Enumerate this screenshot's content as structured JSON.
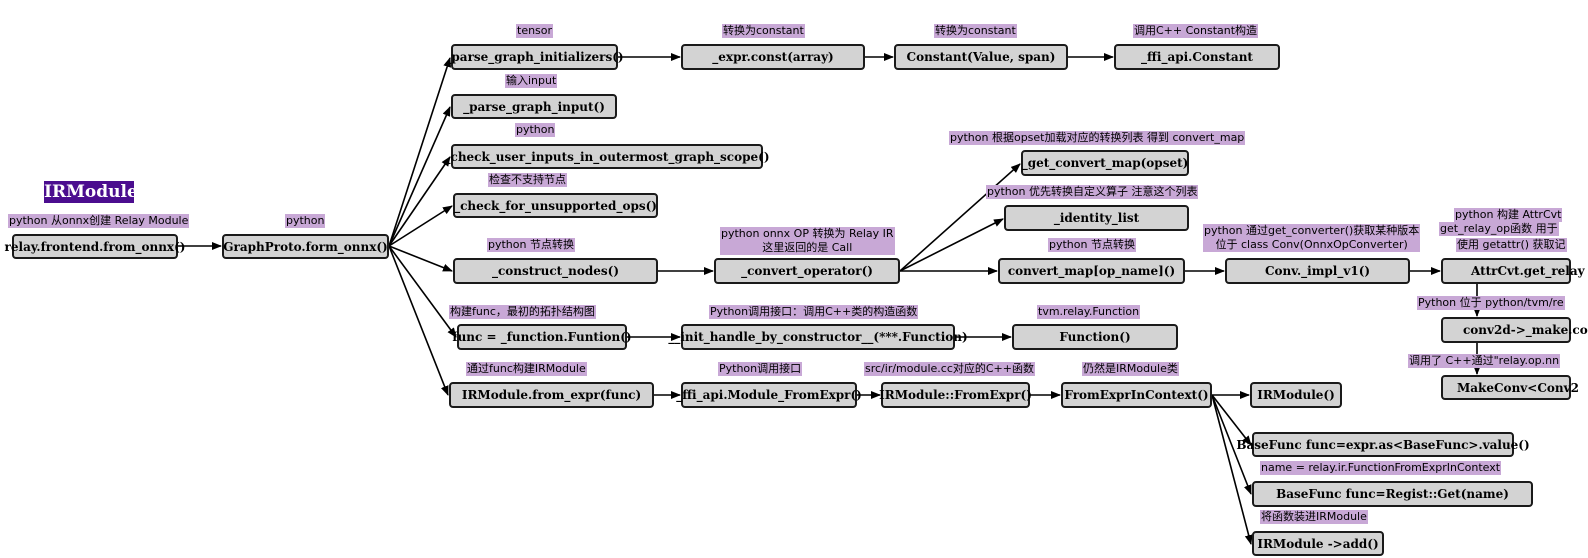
{
  "title": "IRModule",
  "nodes": {
    "n1": "relay.frontend.from_onnx()",
    "n2": "GraphProto.form_onnx()",
    "n3": "_parse_graph_initializers()",
    "n4": "_expr.const(array)",
    "n5": "Constant(Value, span)",
    "n6": "_ffi_api.Constant",
    "n7": "_parse_graph_input()",
    "n8": "_check_user_inputs_in_outermost_graph_scope()",
    "n9": "_check_for_unsupported_ops()",
    "n10": "_construct_nodes()",
    "n11": "_convert_operator()",
    "n12": "_get_convert_map(opset)",
    "n13": "_identity_list",
    "n14": "convert_map[op_name]()",
    "n15": "Conv._impl_v1()",
    "n16": "AttrCvt.get_relay",
    "n17": "conv2d->_make.co",
    "n18": "MakeConv<Conv2",
    "n19": "func = _function.Funtion()",
    "n20": "__init_handle_by_constructor__(***.Function)",
    "n21": "Function()",
    "n22": "IRModule.from_expr(func)",
    "n23": "_ffi_api.Module_FromExpr()",
    "n24": "IRModule::FromExpr()",
    "n25": "FromExprInContext()",
    "n26": "IRModule()",
    "n27": "BaseFunc func=expr.as<BaseFunc>.value()",
    "n28": "BaseFunc func=Regist::Get(name)",
    "n29": "IRModule ->add()"
  },
  "labels": {
    "l1": "python 从onnx创建 Relay Module",
    "l2": "python",
    "l3": "tensor",
    "l4": "转换为constant",
    "l5": "转换为constant",
    "l6": "调用C++ Constant构造",
    "l7": "输入input",
    "l8": "python",
    "l9": "检查不支持节点",
    "l10": "python  节点转换",
    "l11a": "python  onnx OP 转换为 Relay IR",
    "l11b": "这里返回的是 Call",
    "l12": "python 根据opset加载对应的转换列表  得到 convert_map",
    "l13": "python 优先转换自定义算子  注意这个列表",
    "l14": "python 节点转换",
    "l15a": "python 通过get_converter()获取某种版本",
    "l15b": "位于 class Conv(OnnxOpConverter)",
    "l16a": "python 构建 AttrCvt",
    "l16b": "get_relay_op函数  用于",
    "l16c": "使用 getattr() 获取记",
    "l17": "Python 位于 python/tvm/re",
    "l18": "调用了 C++通过\"relay.op.nn",
    "l19": "构建func，最初的拓扑结构图",
    "l20": "Python调用接口：调用C++类的构造函数",
    "l21": "tvm.relay.Function",
    "l22": "通过func构建IRModule",
    "l23": "Python调用接口",
    "l24": "src/ir/module.cc对应的C++函数",
    "l25": "仍然是IRModule类",
    "l26": "name = relay.ir.FunctionFromExprInContext",
    "l27": "将函数装进IRModule"
  }
}
